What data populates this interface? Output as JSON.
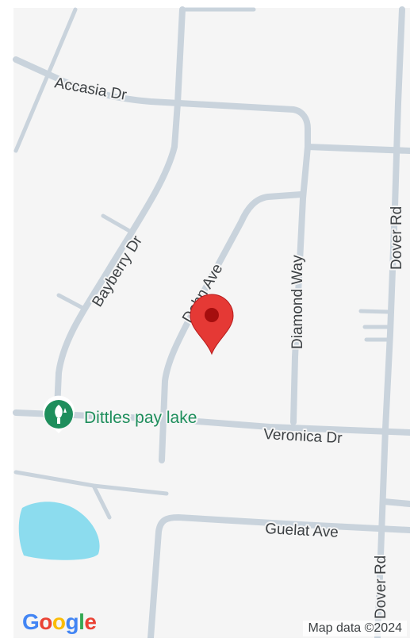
{
  "map": {
    "streets": {
      "accasia": "Accasia Dr",
      "bayberry": "Bayberry Dr",
      "dahn": "Dahn Ave",
      "diamond": "Diamond Way",
      "dover_north": "Dover Rd",
      "dover_south": "Dover Rd",
      "veronica": "Veronica Dr",
      "guelat": "Guelat Ave"
    },
    "poi": {
      "name": "Dittles pay lake",
      "icon": "park-icon",
      "color": "#1e8e5c"
    },
    "marker": {
      "icon": "location-pin-icon",
      "color": "#e53935"
    },
    "water_color": "#8cdcee",
    "land_color": "#f5f5f5",
    "attribution": "Map data ©2024",
    "logo": {
      "letters": [
        "G",
        "o",
        "o",
        "g",
        "l",
        "e"
      ],
      "colors": [
        "#4285f4",
        "#ea4335",
        "#fbbc05",
        "#4285f4",
        "#34a853",
        "#ea4335"
      ]
    }
  }
}
